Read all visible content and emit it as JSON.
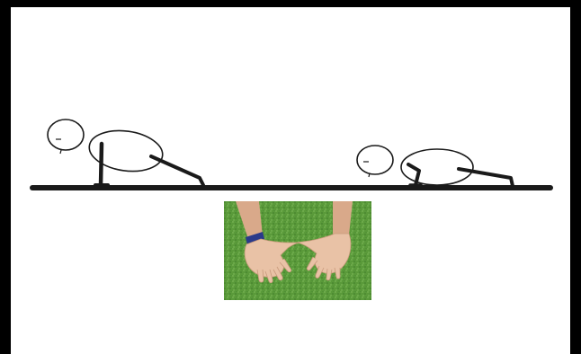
{
  "figure": {
    "description_visible_text": "",
    "panels": [
      {
        "name": "pushup-start-position"
      },
      {
        "name": "pushup-lowered-position"
      },
      {
        "name": "hand-placement-photo"
      }
    ]
  },
  "colors": {
    "frame": "#000000",
    "background": "#ffffff",
    "ink": "#1a1a1a",
    "grass": "#5a9a3a",
    "grass_dark": "#3f7a2a",
    "skin": "#e9c2a6",
    "wristband": "#2a3a8a"
  }
}
